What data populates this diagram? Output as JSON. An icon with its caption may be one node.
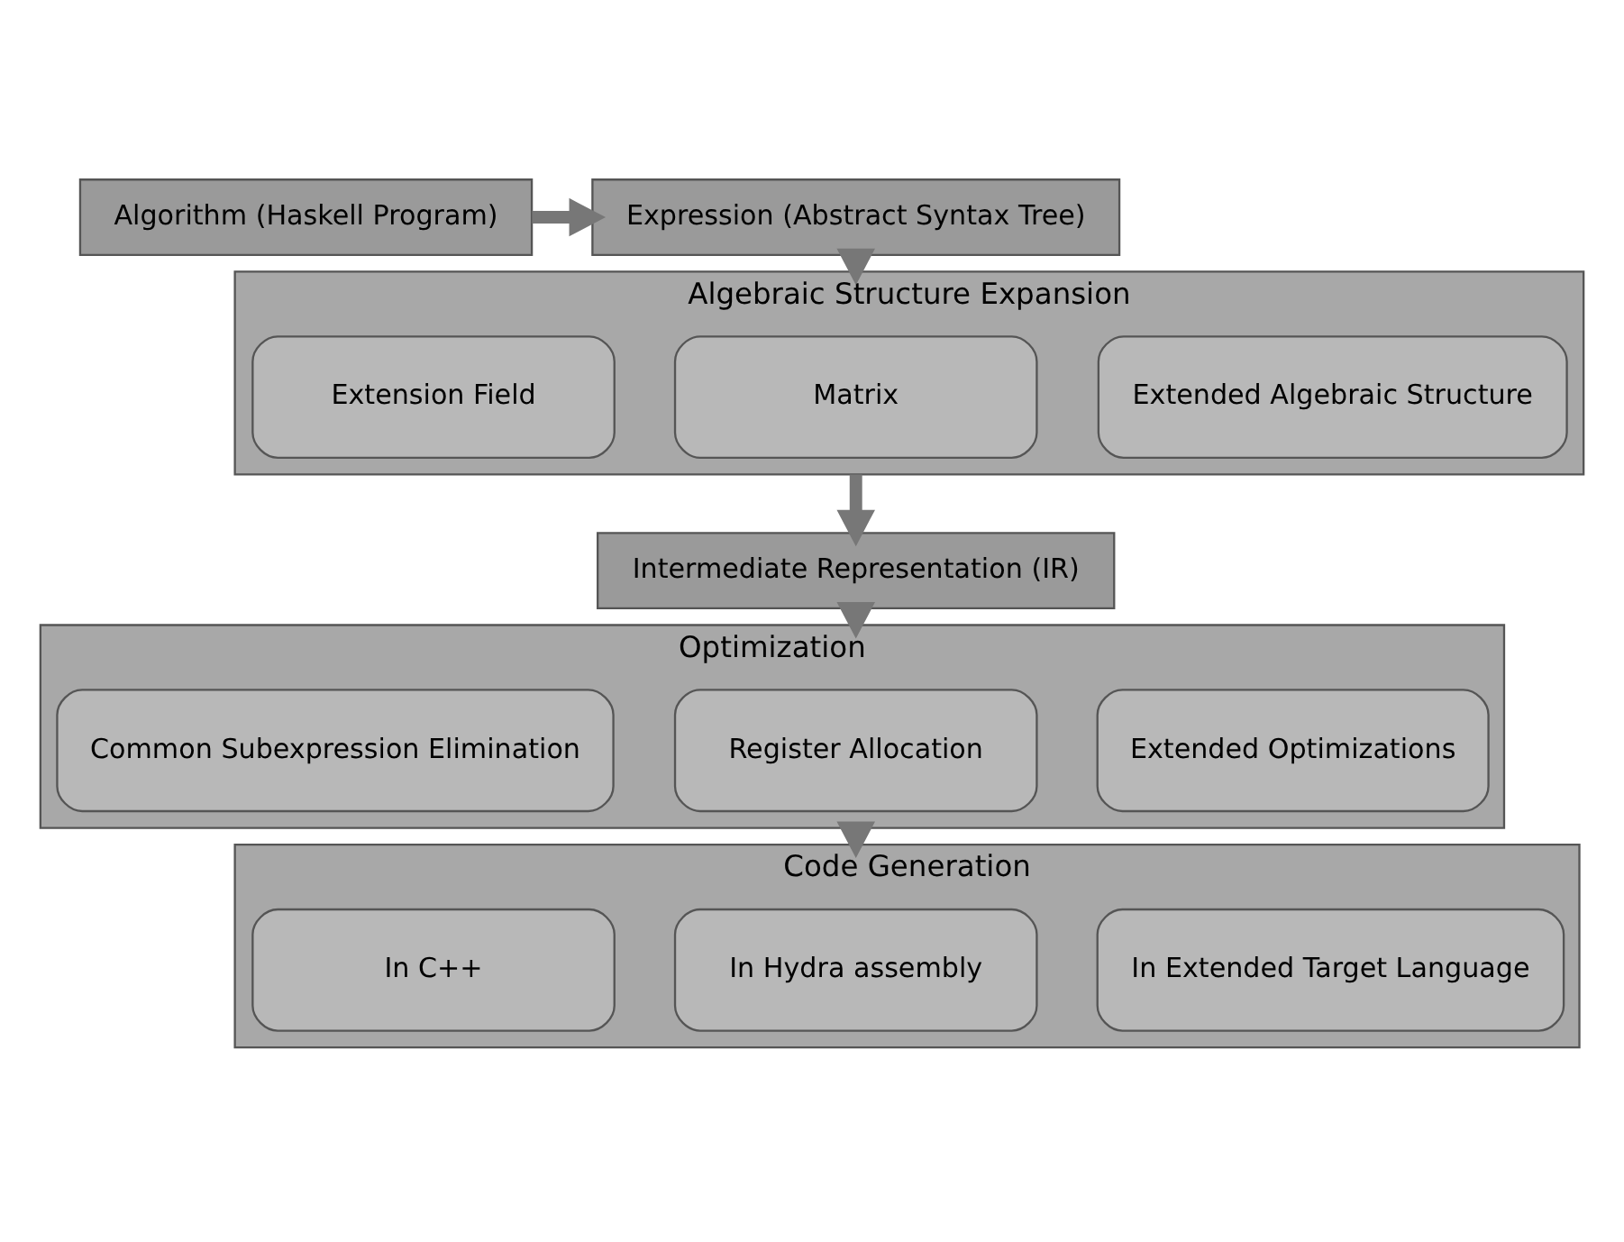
{
  "diagram": {
    "nodes": [
      {
        "text": [
          "Algorithm (Haskell Program)"
        ]
      },
      {
        "text": [
          "Expression (Abstract Syntax Tree)"
        ]
      },
      {
        "text": [
          "Algebraic Structure Expansion"
        ]
      },
      {
        "text": [
          "Extended Algebraic Structure"
        ],
        "in": 2
      },
      {
        "text": [
          "Matrix"
        ],
        "in": 2
      },
      {
        "text": [
          "Extension Field"
        ],
        "in": 2
      },
      {
        "text": [
          "Intermediate Representation (IR)"
        ]
      },
      {
        "text": [
          "Optimization"
        ]
      },
      {
        "text": [
          "Extended Optimizations"
        ],
        "in": 7
      },
      {
        "text": [
          "Register Allocation"
        ],
        "in": 7
      },
      {
        "text": [
          "Common Subexpression Elimination"
        ],
        "in": 7
      },
      {
        "text": [
          "Code Generation"
        ]
      },
      {
        "text": [
          "In Extended Target Language"
        ],
        "in": 11
      },
      {
        "text": [
          "In Hydra assembly"
        ],
        "in": 11
      },
      {
        "text": [
          "In C++"
        ],
        "in": 11
      }
    ],
    "edges": [
      {
        "from": 0,
        "to": 1,
        "arrow": "to"
      },
      {
        "from": 1,
        "to": 2,
        "arrow": "to"
      },
      {
        "from": 2,
        "to": 6,
        "arrow": "to"
      },
      {
        "from": 6,
        "to": 7,
        "arrow": "to"
      },
      {
        "from": 7,
        "to": 11,
        "arrow": "to"
      }
    ]
  }
}
